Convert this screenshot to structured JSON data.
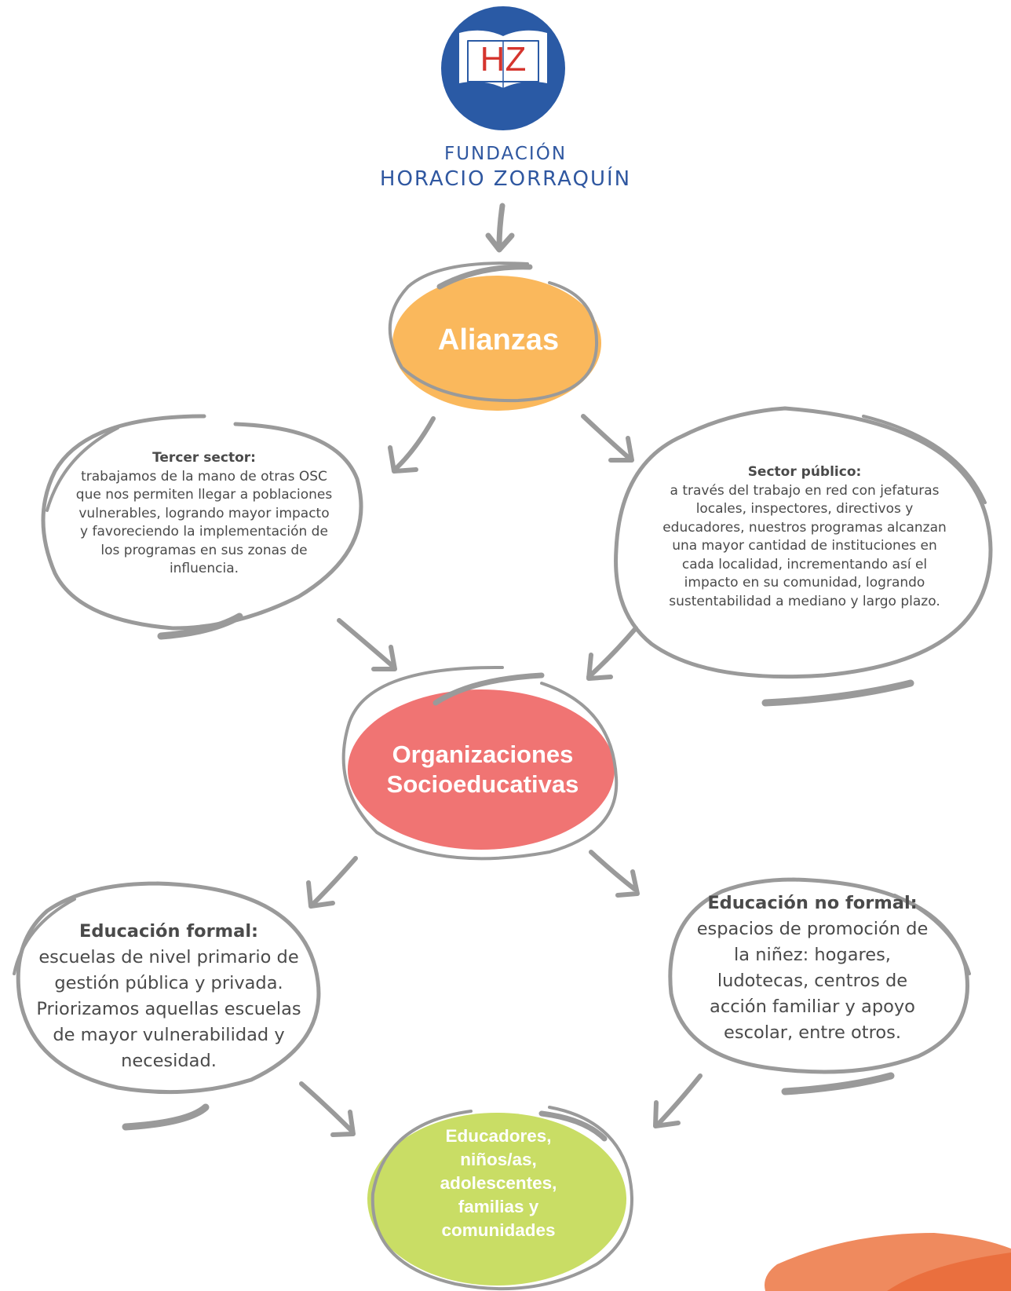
{
  "logo": {
    "initials": "HZ",
    "line1": "FUNDACIÓN",
    "line2": "HORACIO ZORRAQUÍN",
    "colors": {
      "circle": "#2a5aa5",
      "book": "#ffffff",
      "initials": "#d5352e"
    }
  },
  "nodes": {
    "alianzas": {
      "label": "Alianzas",
      "color": "#fab85c"
    },
    "organizaciones": {
      "line1": "Organizaciones",
      "line2": "Socioeducativas",
      "color": "#f07473"
    },
    "beneficiarios": {
      "lines": [
        "Educadores,",
        "niños/as,",
        "adolescentes,",
        "familias y",
        "comunidades"
      ],
      "color": "#c9dd65"
    }
  },
  "bubbles": {
    "tercer_sector": {
      "title": "Tercer sector:",
      "lines": [
        "trabajamos de la mano de otras OSC",
        "que nos permiten llegar a poblaciones",
        "vulnerables, logrando mayor impacto",
        "y favoreciendo la implementación de",
        "los programas en sus zonas de",
        "influencia."
      ]
    },
    "sector_publico": {
      "title": "Sector público:",
      "lines": [
        "a través del trabajo en red con jefaturas",
        "locales, inspectores, directivos y",
        "educadores, nuestros programas alcanzan",
        "una mayor cantidad de instituciones en",
        "cada localidad, incrementando así el",
        "impacto en su comunidad, logrando",
        "sustentabilidad a mediano y largo plazo."
      ]
    },
    "educacion_formal": {
      "title": "Educación formal:",
      "lines": [
        "escuelas de nivel primario de",
        "gestión pública y privada.",
        "Priorizamos aquellas escuelas",
        "de mayor vulnerabilidad y",
        "necesidad."
      ]
    },
    "educacion_no_formal": {
      "title": "Educación no formal:",
      "lines": [
        "espacios de promoción de",
        "la niñez: hogares,",
        "ludotecas, centros de",
        "acción familiar y apoyo",
        "escolar, entre otros."
      ]
    }
  },
  "colors": {
    "stroke": "#9a9a9a",
    "body_text": "#4a4a4a",
    "accent_blob": "#ef8a5e"
  }
}
